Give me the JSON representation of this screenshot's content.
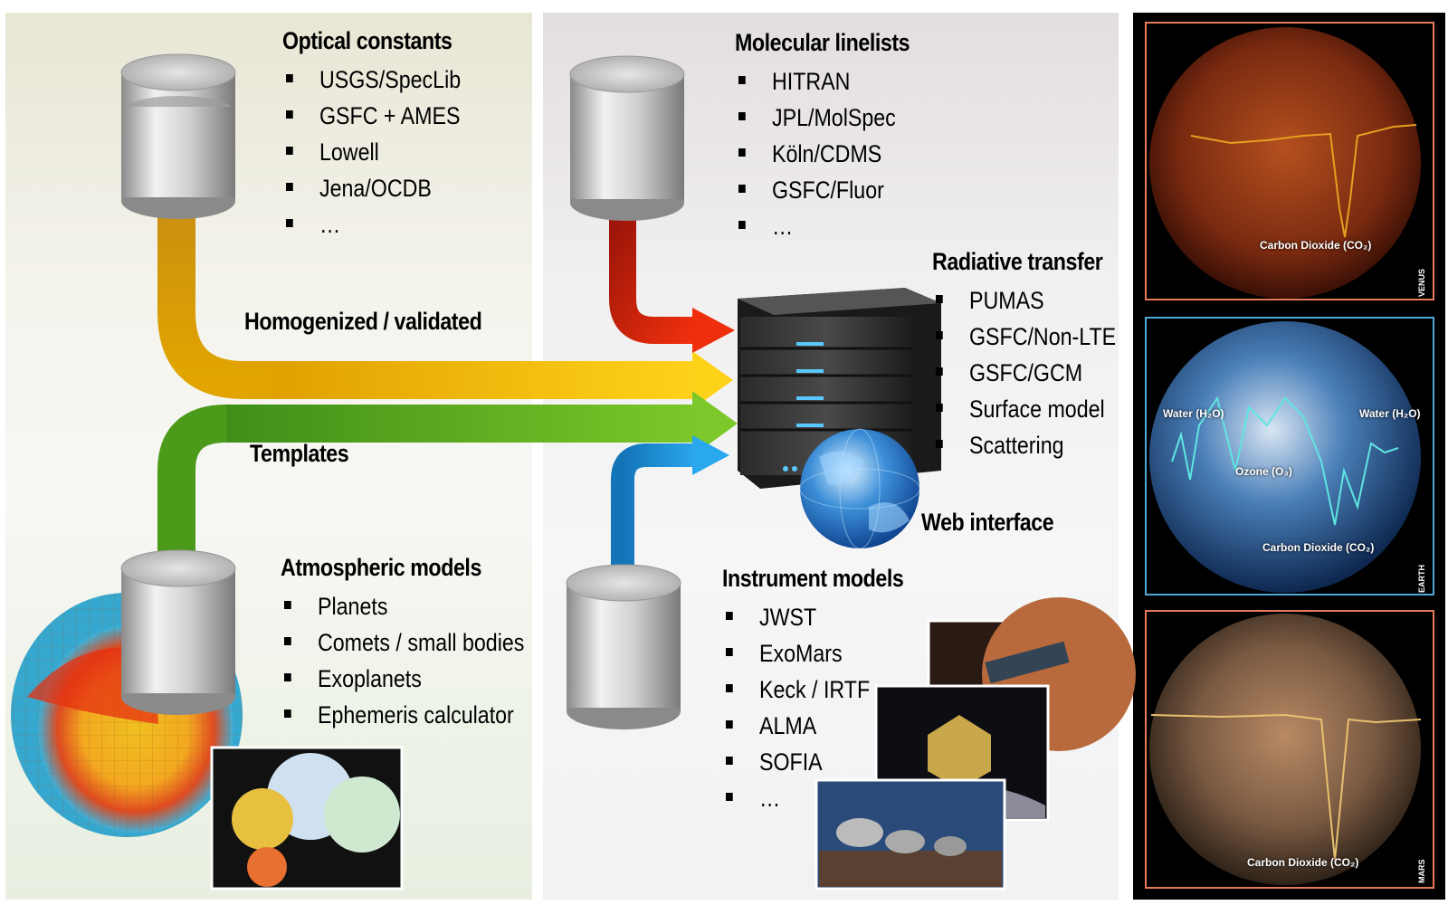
{
  "optical": {
    "title": "Optical constants",
    "items": [
      "USGS/SpecLib",
      "GSFC + AMES",
      "Lowell",
      "Jena/OCDB",
      "…"
    ]
  },
  "molecular": {
    "title": "Molecular linelists",
    "items": [
      "HITRAN",
      "JPL/MolSpec",
      "Köln/CDMS",
      "GSFC/Fluor",
      "…"
    ]
  },
  "radiative": {
    "title": "Radiative transfer",
    "items": [
      "PUMAS",
      "GSFC/Non-LTE",
      "GSFC/GCM",
      "Surface model",
      "Scattering"
    ]
  },
  "atmospheric": {
    "title": "Atmospheric models",
    "items": [
      "Planets",
      "Comets / small bodies",
      "Exoplanets",
      "Ephemeris calculator"
    ]
  },
  "instrument": {
    "title": "Instrument models",
    "items": [
      "JWST",
      "ExoMars",
      "Keck / IRTF",
      "ALMA",
      "SOFIA",
      "…"
    ]
  },
  "flow_labels": {
    "homogenized": "Homogenized / validated",
    "templates": "Templates",
    "web": "Web interface"
  },
  "planets": [
    {
      "name": "VENUS",
      "captions": [
        "Carbon Dioxide (CO₂)"
      ],
      "accent": "#e8603c"
    },
    {
      "name": "EARTH",
      "captions": [
        "Water (H₂O)",
        "Water (H₂O)",
        "Ozone (O₃)",
        "Carbon Dioxide (CO₂)"
      ],
      "accent": "#49b6e6"
    },
    {
      "name": "MARS",
      "captions": [
        "Carbon Dioxide (CO₂)"
      ],
      "accent": "#e8603c"
    }
  ],
  "colors": {
    "arrow_gold": "#f2b200",
    "arrow_red": "#d8200e",
    "arrow_green": "#4c9a1a",
    "arrow_blue": "#1a8fd6"
  }
}
